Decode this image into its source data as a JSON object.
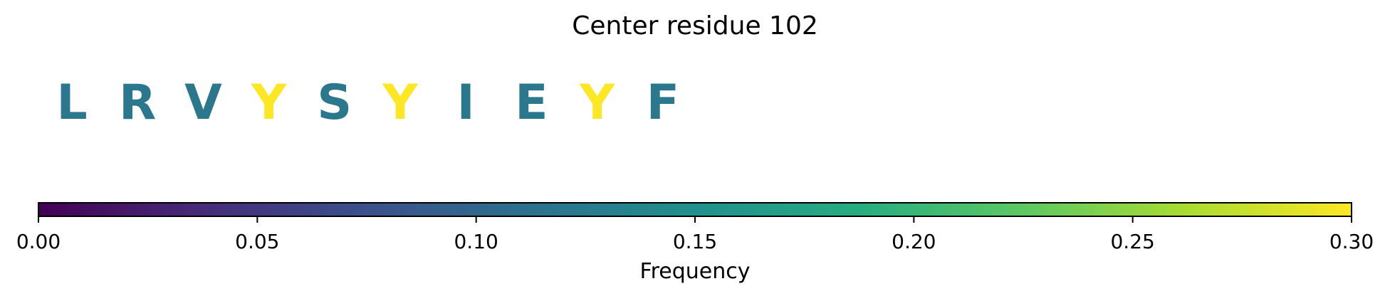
{
  "chart_data": {
    "type": "heatmap",
    "title": "Center residue 102",
    "residues": [
      "L",
      "R",
      "V",
      "Y",
      "S",
      "Y",
      "I",
      "E",
      "Y",
      "F"
    ],
    "frequencies": [
      0.12,
      0.12,
      0.12,
      0.3,
      0.12,
      0.3,
      0.12,
      0.12,
      0.3,
      0.12
    ],
    "colorbar": {
      "label": "Frequency",
      "colormap": "viridis",
      "range": [
        0.0,
        0.3
      ],
      "ticks": [
        0.0,
        0.05,
        0.1,
        0.15,
        0.2,
        0.25,
        0.3
      ],
      "tick_labels": [
        "0.00",
        "0.05",
        "0.10",
        "0.15",
        "0.20",
        "0.25",
        "0.30"
      ]
    }
  }
}
